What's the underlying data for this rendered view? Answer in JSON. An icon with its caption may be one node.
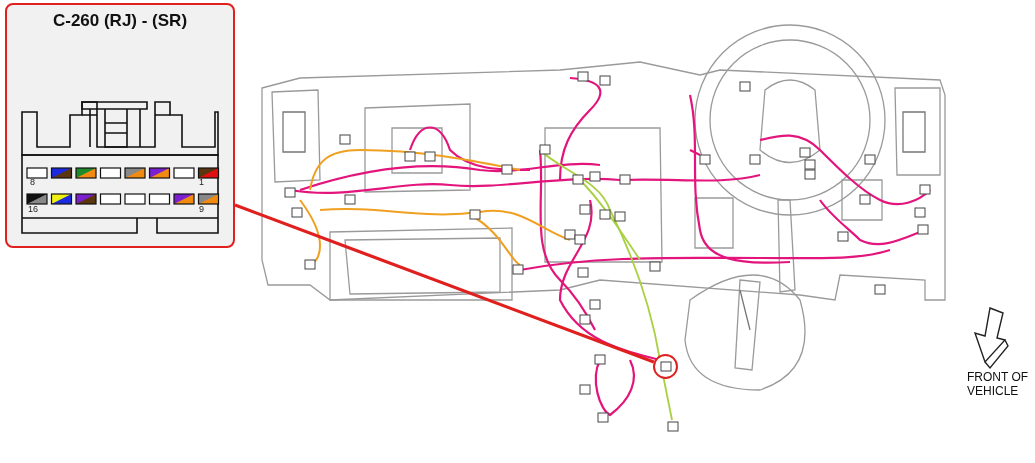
{
  "diagram": {
    "nodes": [
      {
        "text": [
          "C-260 (RJ) - (SR)"
        ]
      },
      {
        "text": [],
        "shape": "circle"
      }
    ],
    "edges": [
      {
        "from": 0,
        "to": 1,
        "arrow": "none"
      }
    ],
    "labels": [
      "8",
      "1",
      "16",
      "9",
      "FRONT OF VEHICLE"
    ]
  }
}
